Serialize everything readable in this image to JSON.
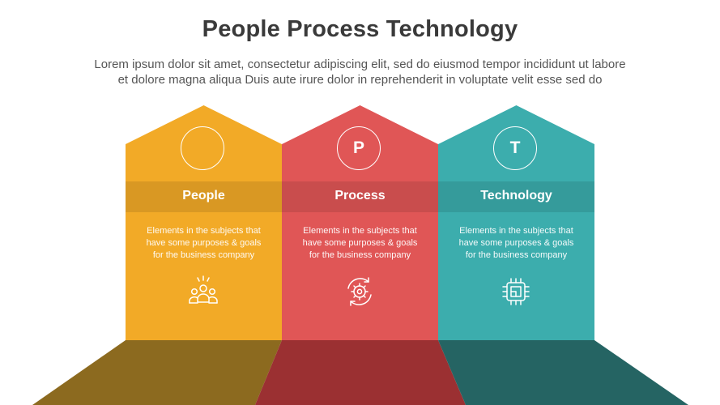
{
  "header": {
    "title": "People Process Technology",
    "subtitle_line1": "Lorem ipsum dolor sit amet, consectetur adipiscing elit, sed do eiusmod tempor incididunt ut labore",
    "subtitle_line2": "et dolore magna aliqua Duis aute irure dolor in reprehenderit in voluptate velit esse sed do"
  },
  "cards": [
    {
      "letter": "",
      "label": "People",
      "desc_line1": "Elements in the subjects that",
      "desc_line2": "have  some purposes & goals",
      "desc_line3": "for the  business company",
      "icon": "people-group-icon",
      "color": "#F2AA27",
      "floor_color": "#8C6A1F"
    },
    {
      "letter": "P",
      "label": "Process",
      "desc_line1": "Elements in the subjects that",
      "desc_line2": "have  some purposes & goals",
      "desc_line3": "for the  business company",
      "icon": "gear-cycle-icon",
      "color": "#E05656",
      "floor_color": "#9B3032"
    },
    {
      "letter": "T",
      "label": "Technology",
      "desc_line1": "Elements in the subjects that",
      "desc_line2": "have  some purposes & goals",
      "desc_line3": "for the  business company",
      "icon": "chip-icon",
      "color": "#3CADAD",
      "floor_color": "#256463"
    }
  ]
}
